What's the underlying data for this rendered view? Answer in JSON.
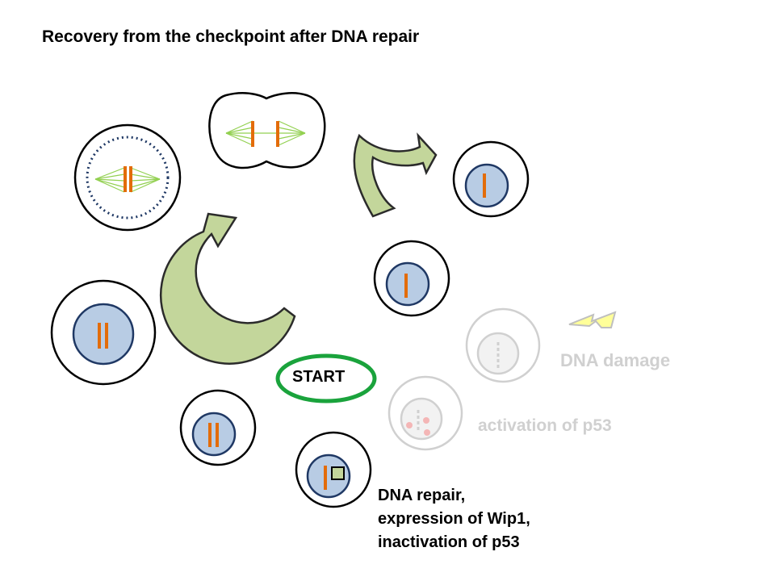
{
  "title": "Recovery from the checkpoint after DNA repair",
  "labels": {
    "start": "START",
    "dna_damage": "DNA damage",
    "activation_p53": "activation of p53",
    "repair_lines": [
      "DNA repair,",
      "expression of Wip1,",
      "inactivation of p53"
    ]
  },
  "colors": {
    "cell_outline": "#000000",
    "nucleus_fill": "#b8cce4",
    "nucleus_outline": "#1f3864",
    "chromosome": "#e36c09",
    "arrow_fill": "#c3d69b",
    "arrow_outline": "#2b2b2b",
    "spindle": "#92d050",
    "start_ring": "#1aa33c",
    "faded": "#d0d0d0",
    "p53_dots": "#f4b6b6",
    "lightning": "#ffff99",
    "wip1_box": "#c3d69b"
  },
  "icons": [
    "lightning-bolt-icon"
  ]
}
